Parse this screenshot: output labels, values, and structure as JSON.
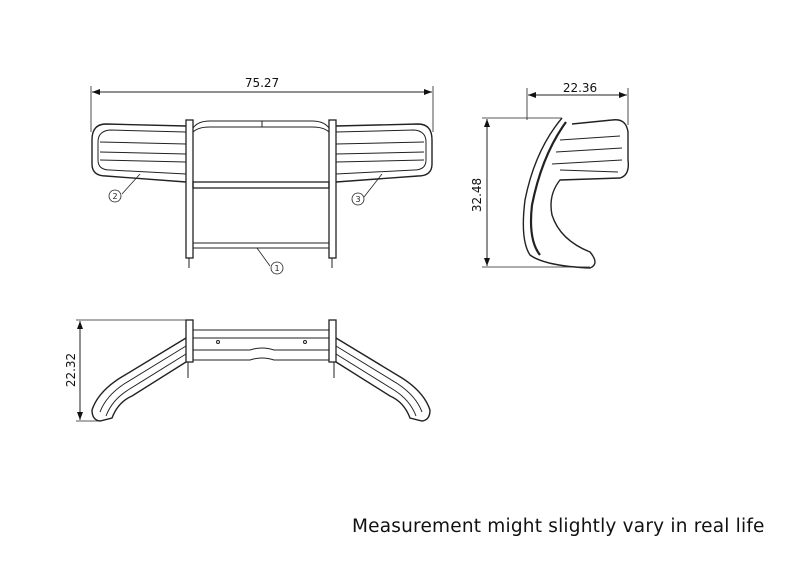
{
  "front_view": {
    "width_dimension": "75.27",
    "balloons": [
      "1",
      "2",
      "3"
    ]
  },
  "side_view": {
    "depth_dimension": "22.36",
    "height_dimension": "32.48"
  },
  "top_view": {
    "depth_dimension": "22.32"
  },
  "caption": "Measurement might slightly vary in real life"
}
